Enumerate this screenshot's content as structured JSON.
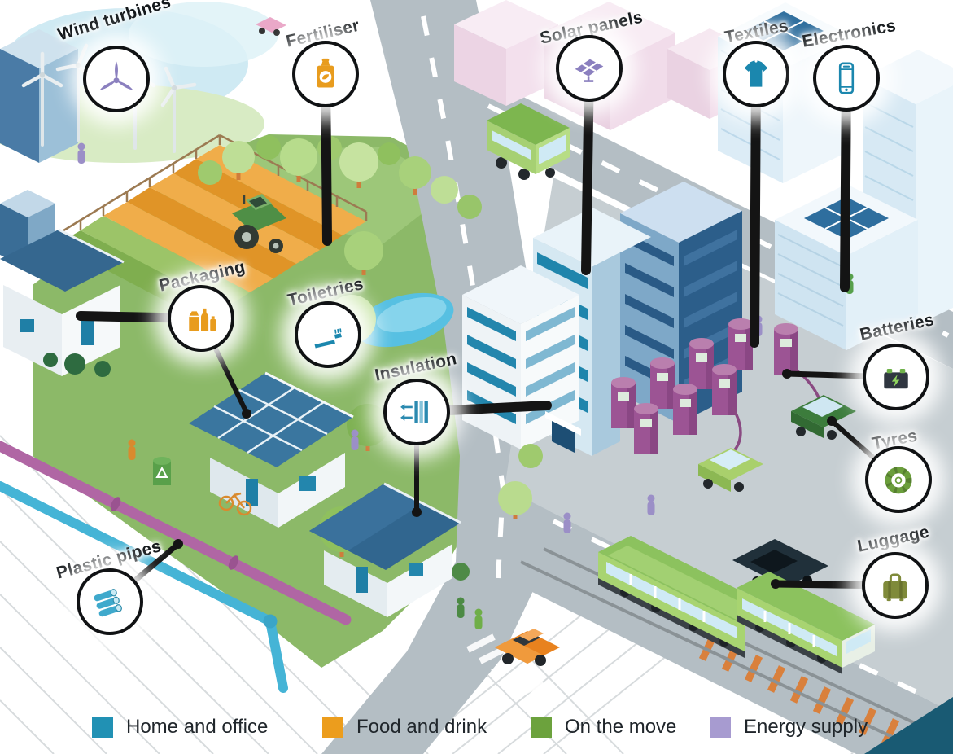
{
  "callouts": [
    {
      "label": "Wind turbines",
      "icon": "wind-turbine-icon",
      "color": "#8b80bf"
    },
    {
      "label": "Fertiliser",
      "icon": "fertiliser-bag-icon",
      "color": "#e89c1e"
    },
    {
      "label": "Solar panels",
      "icon": "solar-panel-icon",
      "color": "#8b80bf"
    },
    {
      "label": "Textiles",
      "icon": "tshirt-icon",
      "color": "#1b87ae"
    },
    {
      "label": "Electronics",
      "icon": "smartphone-icon",
      "color": "#1b87ae"
    },
    {
      "label": "Packaging",
      "icon": "bottles-carton-icon",
      "color": "#e89c1e"
    },
    {
      "label": "Toiletries",
      "icon": "toothbrush-icon",
      "color": "#1b87ae"
    },
    {
      "label": "Insulation",
      "icon": "insulation-wall-icon",
      "color": "#2b8ab0"
    },
    {
      "label": "Batteries",
      "icon": "car-battery-icon",
      "color": "#2f3640"
    },
    {
      "label": "Tyres",
      "icon": "tyre-icon",
      "color": "#6b9e3c"
    },
    {
      "label": "Luggage",
      "icon": "suitcase-icon",
      "color": "#7f8a3a"
    },
    {
      "label": "Plastic pipes",
      "icon": "pipes-icon",
      "color": "#3fa9cc"
    }
  ],
  "legend": {
    "items": [
      {
        "label": "Home and office",
        "color": "#2191b4"
      },
      {
        "label": "Food and drink",
        "color": "#ec9d1d"
      },
      {
        "label": "On the move",
        "color": "#6ca23d"
      },
      {
        "label": "Energy supply",
        "color": "#a79bd0"
      }
    ]
  }
}
